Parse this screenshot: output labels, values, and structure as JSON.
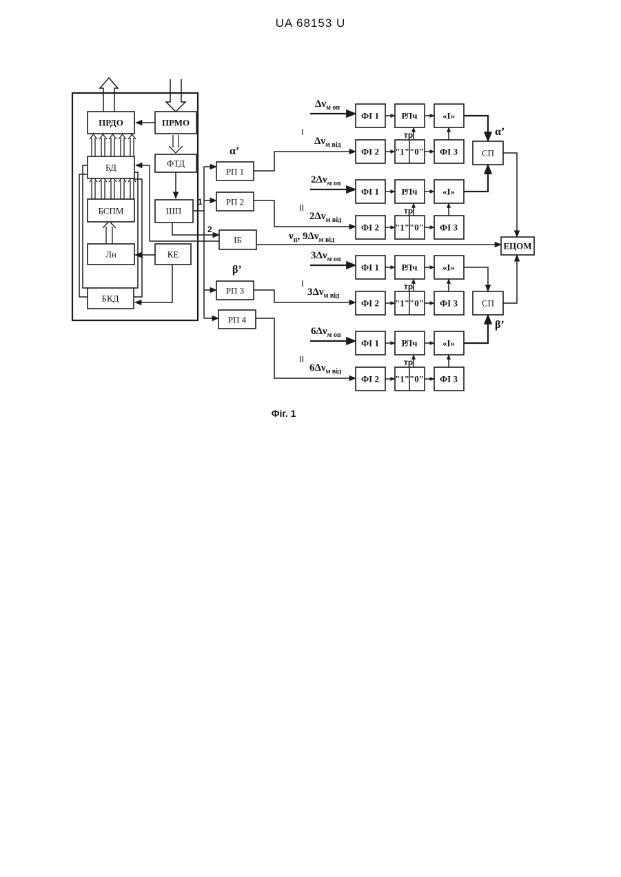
{
  "header": {
    "doc_number": "UA   68153   U"
  },
  "caption": "Фіг. 1",
  "left_blocks": {
    "prdo": "ПРДО",
    "prmo": "ПРМО",
    "bd": "БД",
    "ftd": "ФТД",
    "bspm": "БСПМ",
    "shp": "ШП",
    "ln": "Лн",
    "ke": "КЕ",
    "bkd": "БКД"
  },
  "center_blocks": {
    "rp1": "РП 1",
    "rp2": "РП 2",
    "ib": "ІБ",
    "rp3": "РП 3",
    "rp4": "РП 4"
  },
  "right_blocks": {
    "fi1": "ФІ 1",
    "fi2": "ФІ 2",
    "fi3": "ФІ 3",
    "rlch": "РЛч",
    "i_block": "«І»",
    "trigger": "\"1\"\"0\"",
    "tr": "тр",
    "sp": "СП",
    "ecom": "ЕЦОМ"
  },
  "channel_labels": {
    "alpha": "α’",
    "beta": "β’",
    "roman_1": "I",
    "roman_2": "II",
    "shp_out_1": "1",
    "shp_out_2": "2"
  },
  "freq_labels": {
    "r1": {
      "coef": "",
      "sub": "м оп"
    },
    "r2": {
      "coef": "",
      "sub": "м від"
    },
    "r3": {
      "coef": "2",
      "sub": "м оп"
    },
    "r4": {
      "coef": "2",
      "sub": "м від"
    },
    "r5": {
      "coef": "3",
      "sub": "м оп"
    },
    "r6": {
      "coef": "3",
      "sub": "м від"
    },
    "r7": {
      "coef": "6",
      "sub": "м оп"
    },
    "r8": {
      "coef": "6",
      "sub": "м від"
    },
    "delta_nu": "Δν",
    "ib_out": {
      "nu": "ν",
      "nu_sub": "п",
      "sep": ", 9",
      "sub": "м від"
    }
  }
}
